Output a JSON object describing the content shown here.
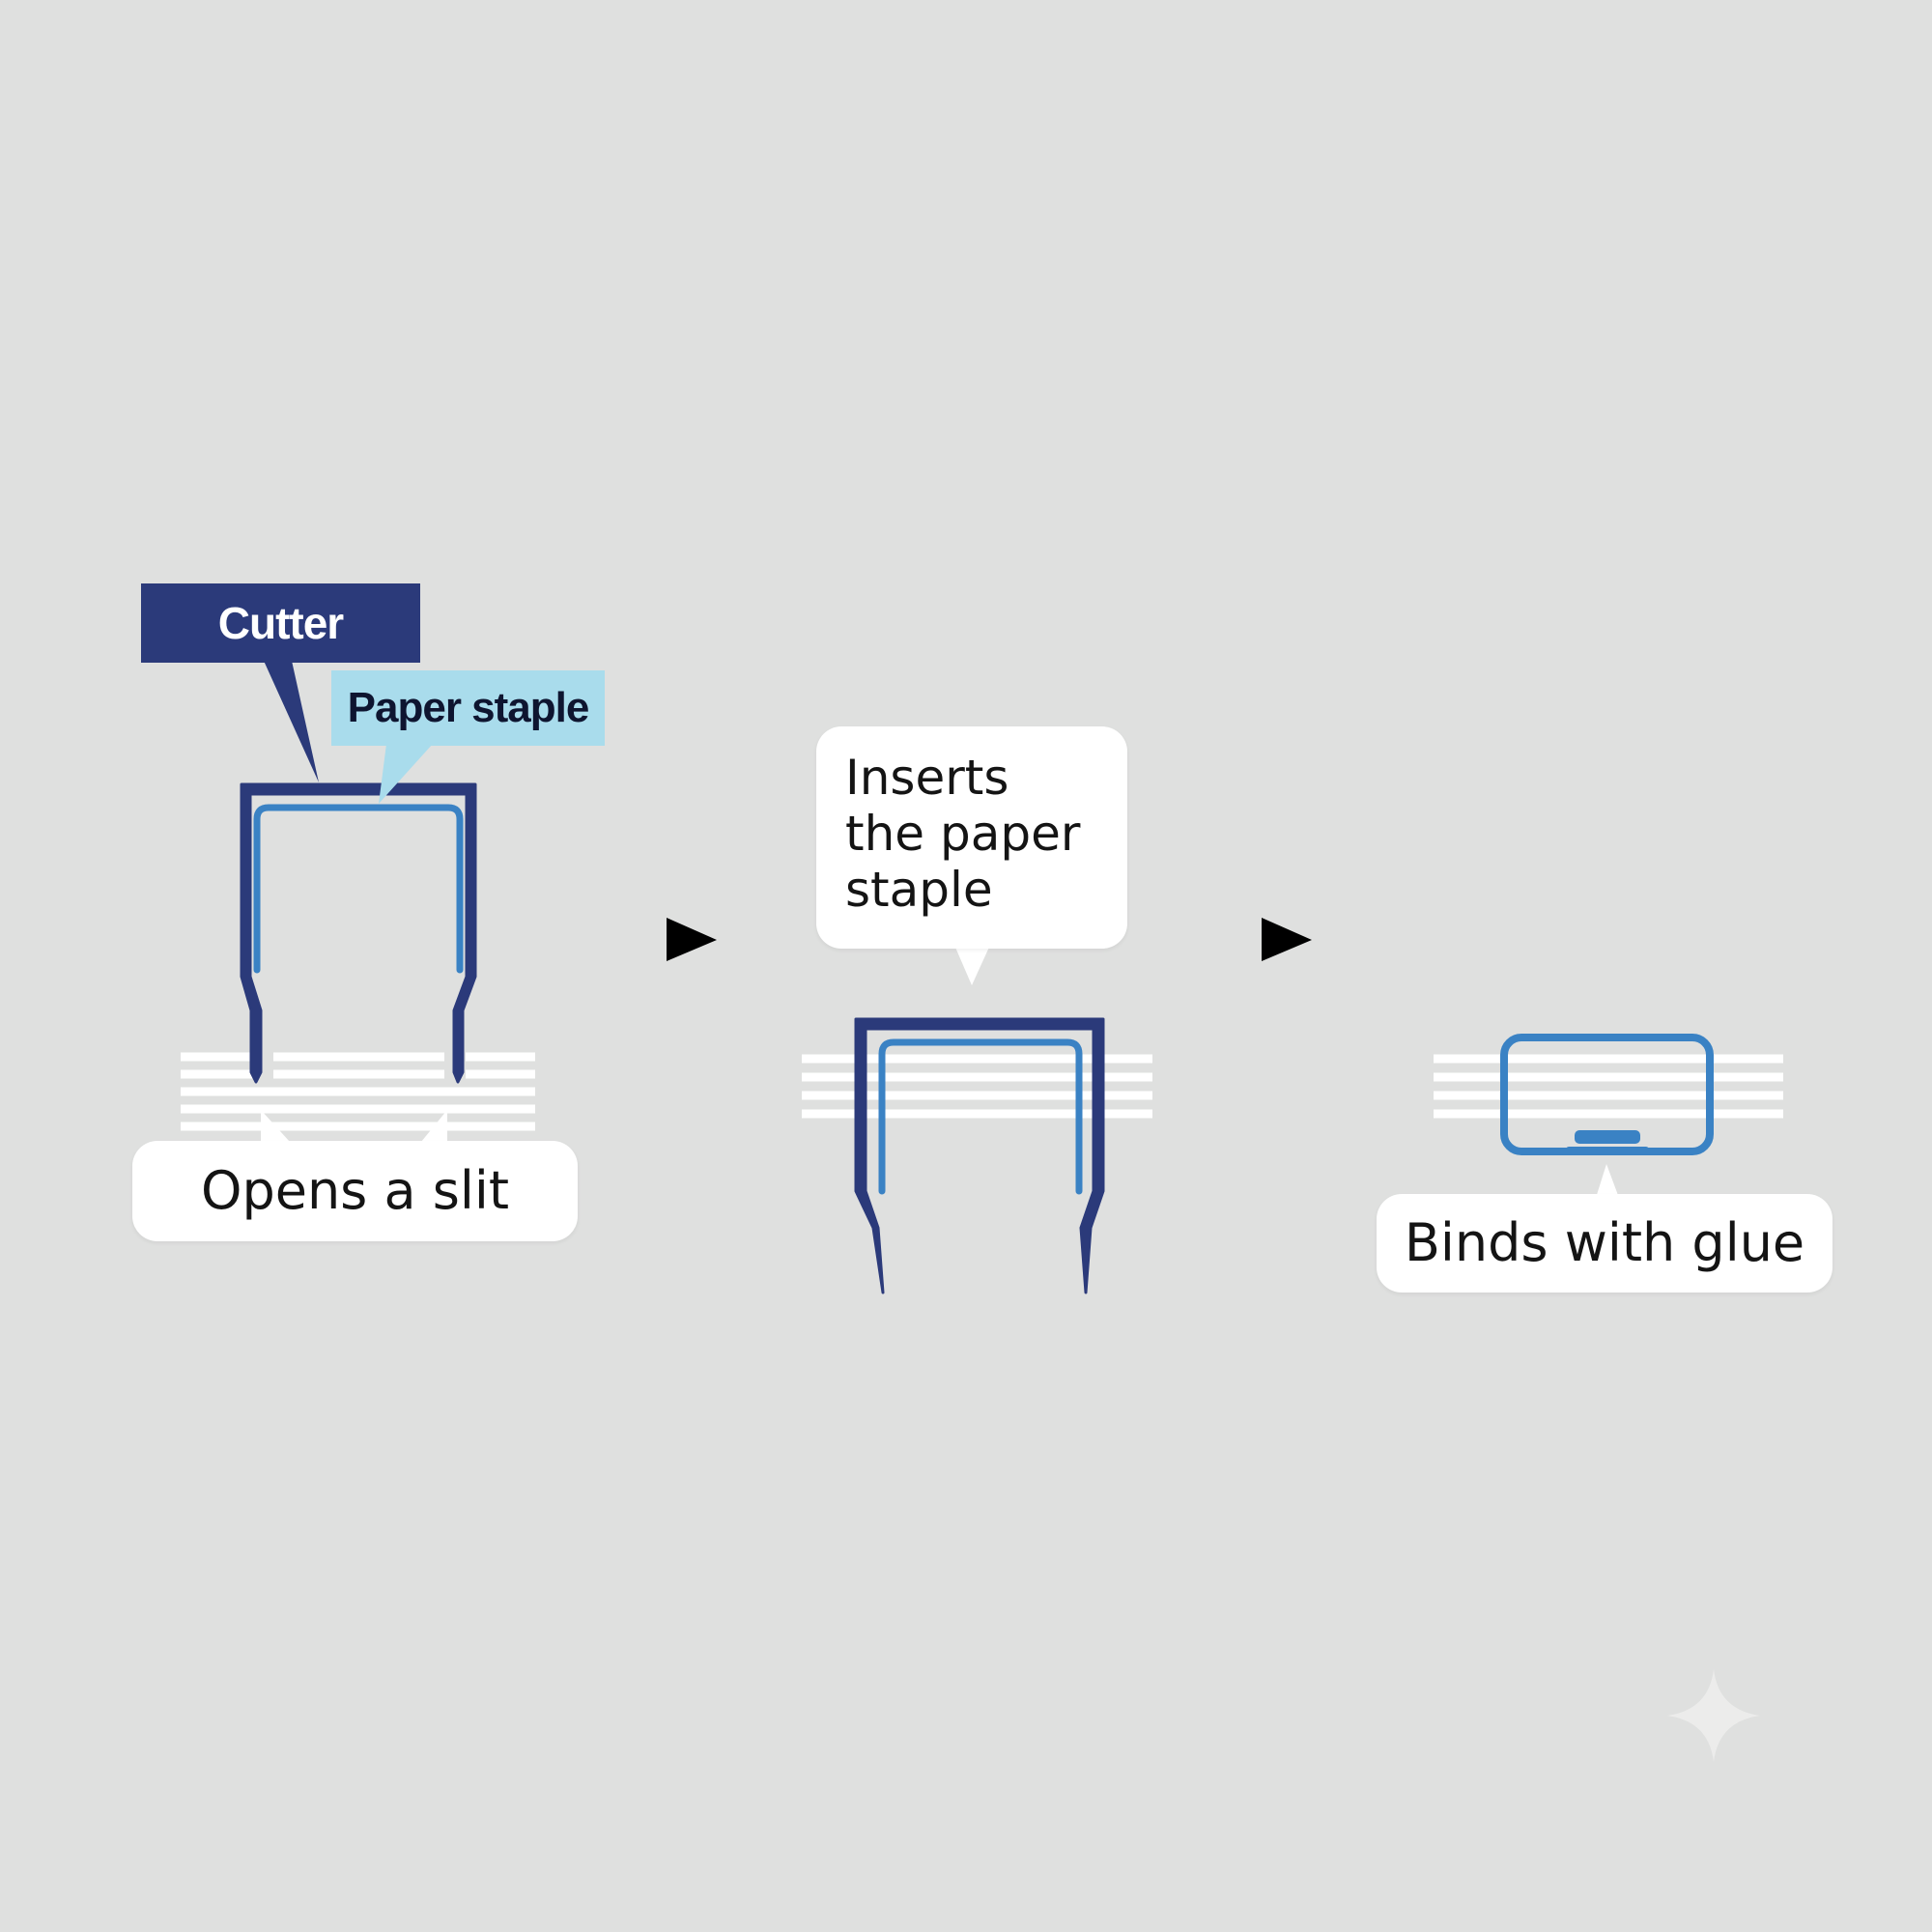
{
  "colors": {
    "background": "#dfe0df",
    "cutter": "#2b3a7a",
    "paper_staple": "#3a82c4",
    "paper_staple_label_bg": "#a9dcec",
    "paper_sheets": "#ffffff",
    "glue": "#3a82c4",
    "arrows": "#000000"
  },
  "step1": {
    "cutter_label": "Cutter",
    "paper_staple_label": "Paper staple",
    "caption": "Opens a slit"
  },
  "step2": {
    "caption_lines": [
      "Inserts",
      "the paper",
      "staple"
    ]
  },
  "step3": {
    "caption": "Binds with glue"
  },
  "icons": {
    "arrows": "right-triangle-arrow",
    "corner_mark": "sparkle-star"
  }
}
